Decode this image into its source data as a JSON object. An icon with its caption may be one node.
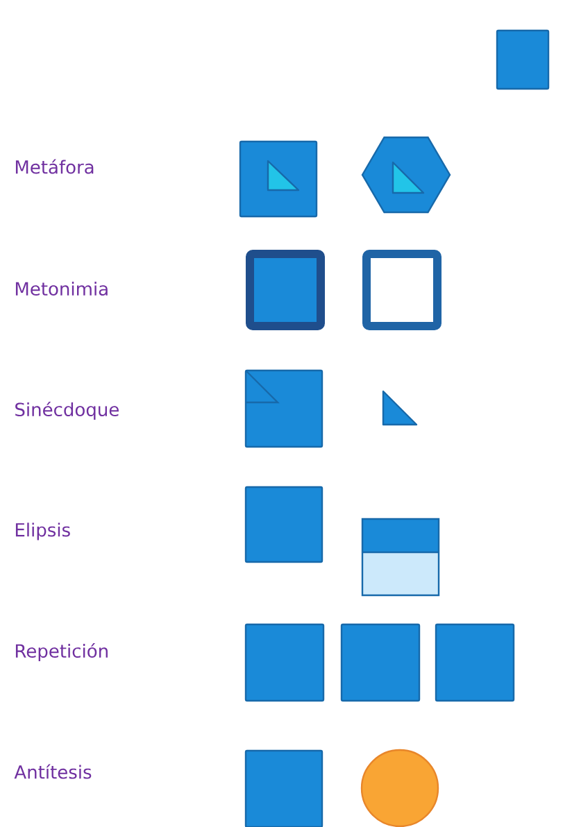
{
  "diagram": {
    "labels": [
      "Metáfora",
      "Metonimia",
      "Sinécdoque",
      "Elipsis",
      "Repetición",
      "Antítesis"
    ]
  }
}
